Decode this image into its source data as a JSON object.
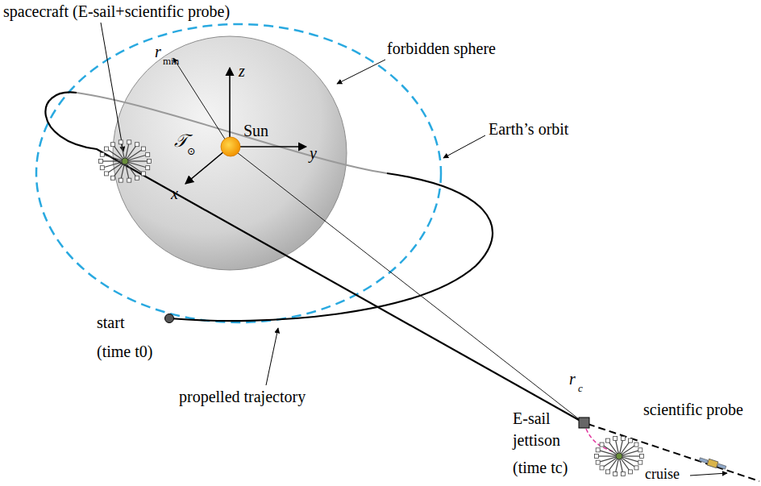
{
  "diagram": {
    "labels": [
      "spacecraft (E-sail+scientific probe)",
      "forbidden sphere",
      "r",
      "min",
      "z",
      "y",
      "x",
      "Sun",
      "𝒯",
      "⊙",
      "Earth’s orbit",
      "start",
      "(time t0)",
      "propelled trajectory",
      "r",
      "c",
      "scientific probe",
      "E-sail jettison",
      "(time tc)",
      "cruise"
    ]
  }
}
